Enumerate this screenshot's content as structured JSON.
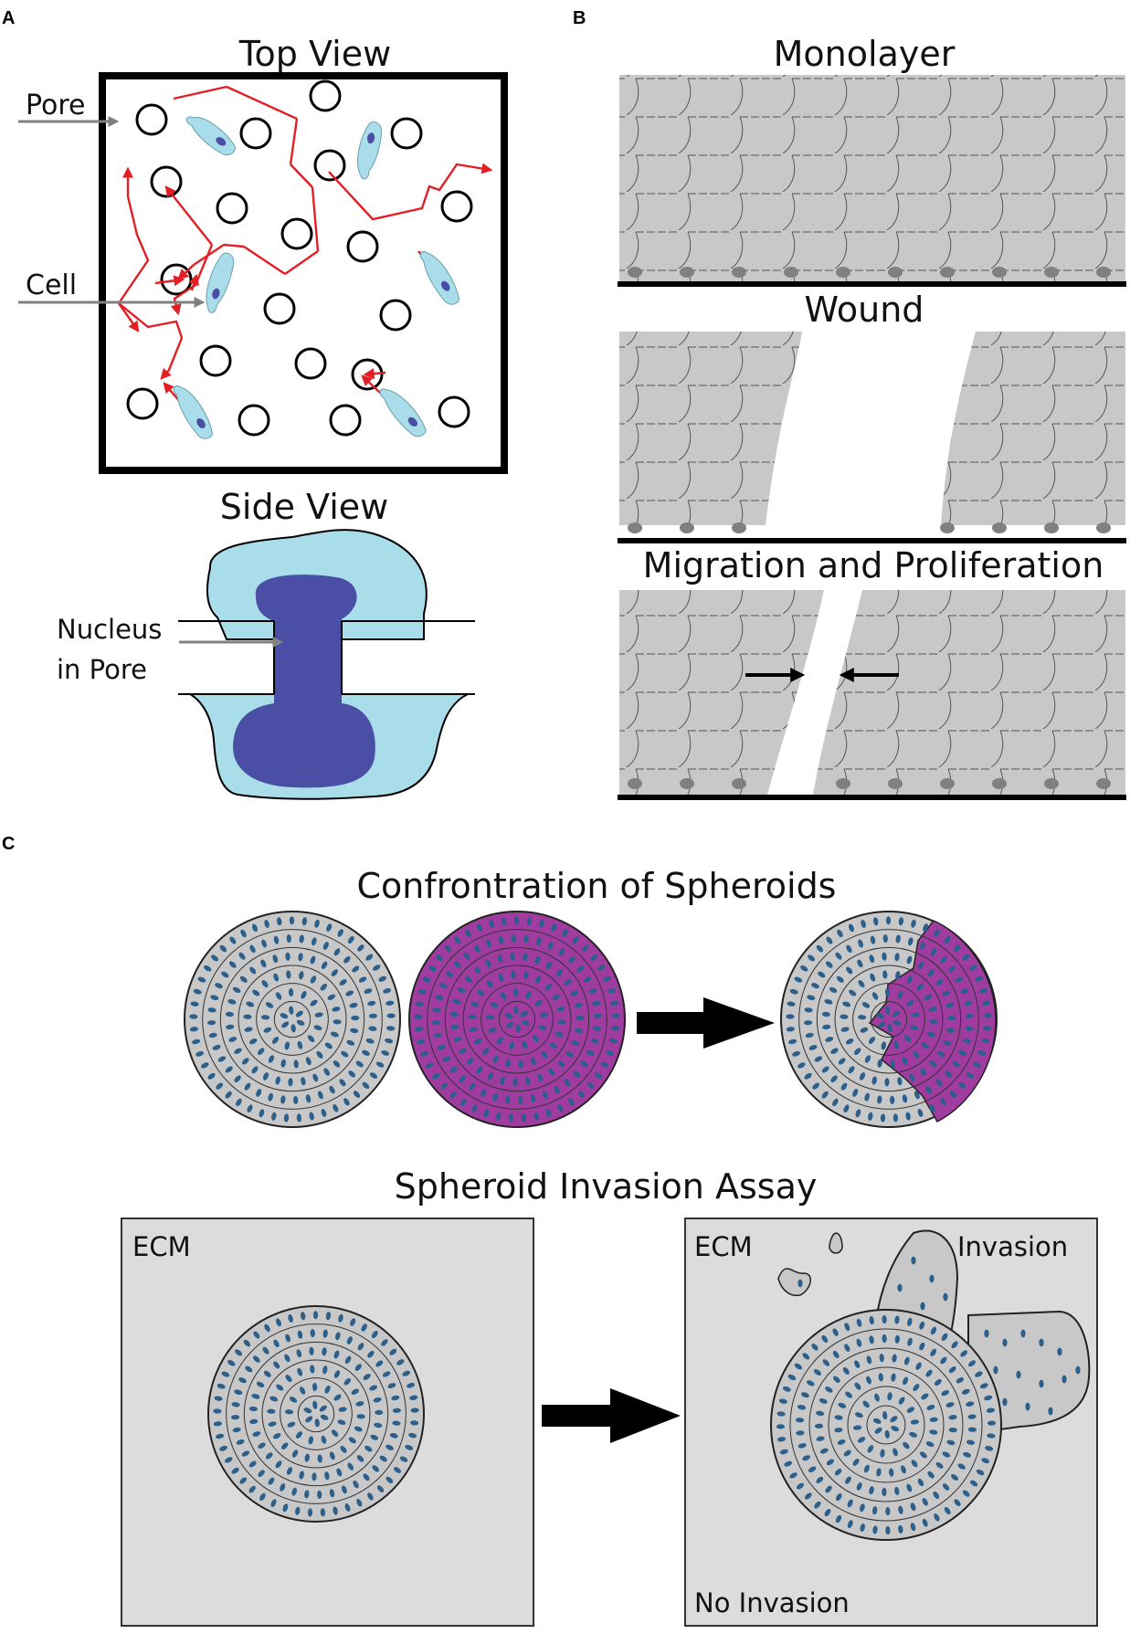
{
  "panels": {
    "A": {
      "letter": "A",
      "top_title": "Top View",
      "pore_label": "Pore",
      "cell_label": "Cell",
      "side_title": "Side View",
      "nucleus_label_line1": "Nucleus",
      "nucleus_label_line2": "in Pore"
    },
    "B": {
      "letter": "B",
      "stage1_title": "Monolayer",
      "stage2_title": "Wound",
      "stage3_title": "Migration and Proliferation"
    },
    "C": {
      "letter": "C",
      "confront_title": "Confrontration of Spheroids",
      "invasion_title": "Spheroid Invasion Assay",
      "ecm_label_left": "ECM",
      "ecm_label_right": "ECM",
      "invasion_label": "Invasion",
      "no_invasion_label": "No Invasion"
    }
  },
  "colors": {
    "cell_body": "#a8dde9",
    "nucleus": "#4a4fa5",
    "migration_arrow": "#e31e24",
    "pointer_arrow": "#808080",
    "tissue_gray": "#c8c8c8",
    "spheroid_purple": "#a03ca0",
    "nucleus_dot": "#2c5f8a",
    "ecm_background": "#dcdcdc"
  }
}
